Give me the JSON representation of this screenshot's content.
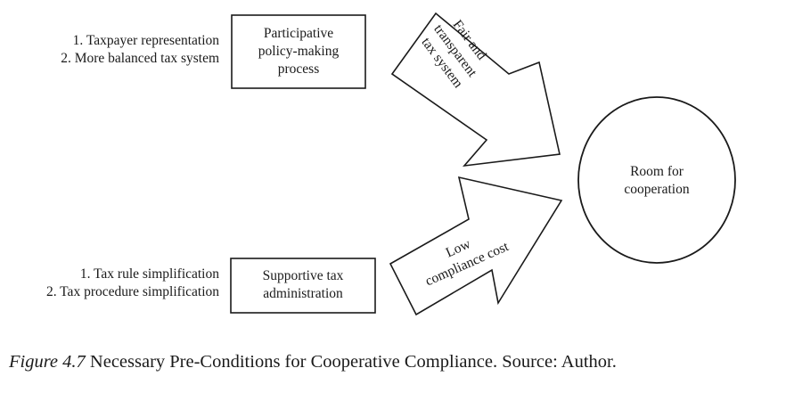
{
  "diagram": {
    "top": {
      "items": [
        "1. Taxpayer representation",
        "2. More balanced tax system"
      ],
      "box": [
        "Participative",
        "policy-making",
        "process"
      ],
      "arrow": [
        "Fair and",
        "transparent",
        "tax system"
      ]
    },
    "bottom": {
      "items": [
        "1. Tax rule simplification",
        "2. Tax procedure simplification"
      ],
      "box": [
        "Supportive tax",
        "administration"
      ],
      "arrow": [
        "Low",
        "compliance cost"
      ]
    },
    "outcome": [
      "Room for",
      "cooperation"
    ]
  },
  "caption": {
    "figure_ref": "Figure 4.7",
    "text": "Necessary Pre-Conditions for Cooperative Compliance. Source: Author."
  },
  "colors": {
    "ink": "#1a1a1a",
    "background": "#ffffff"
  }
}
